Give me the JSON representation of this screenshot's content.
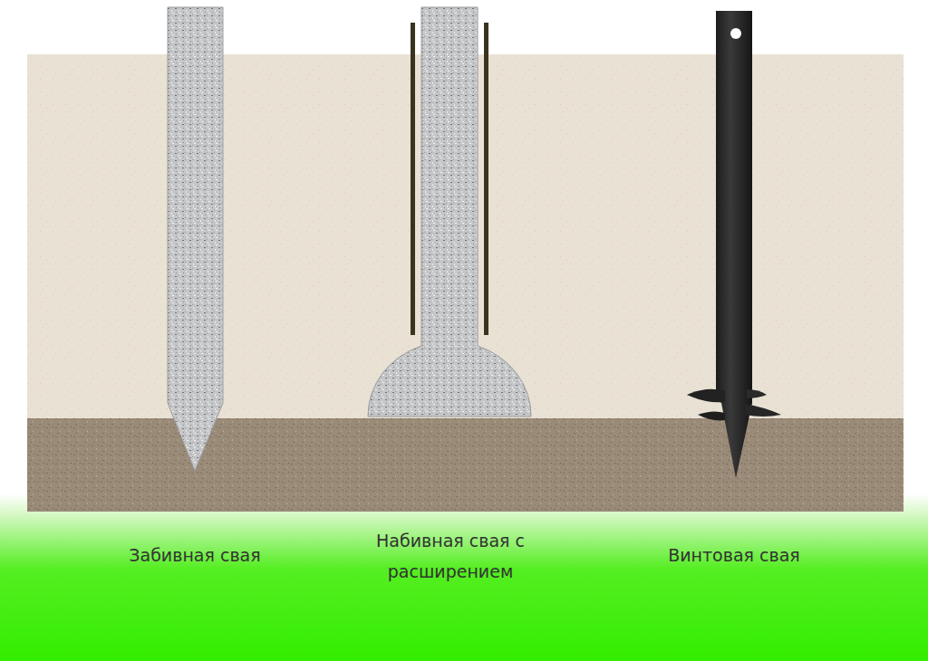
{
  "diagram": {
    "labels": [
      "Забивная свая",
      "Набивная свая с расширением",
      "Винтовая свая"
    ]
  }
}
